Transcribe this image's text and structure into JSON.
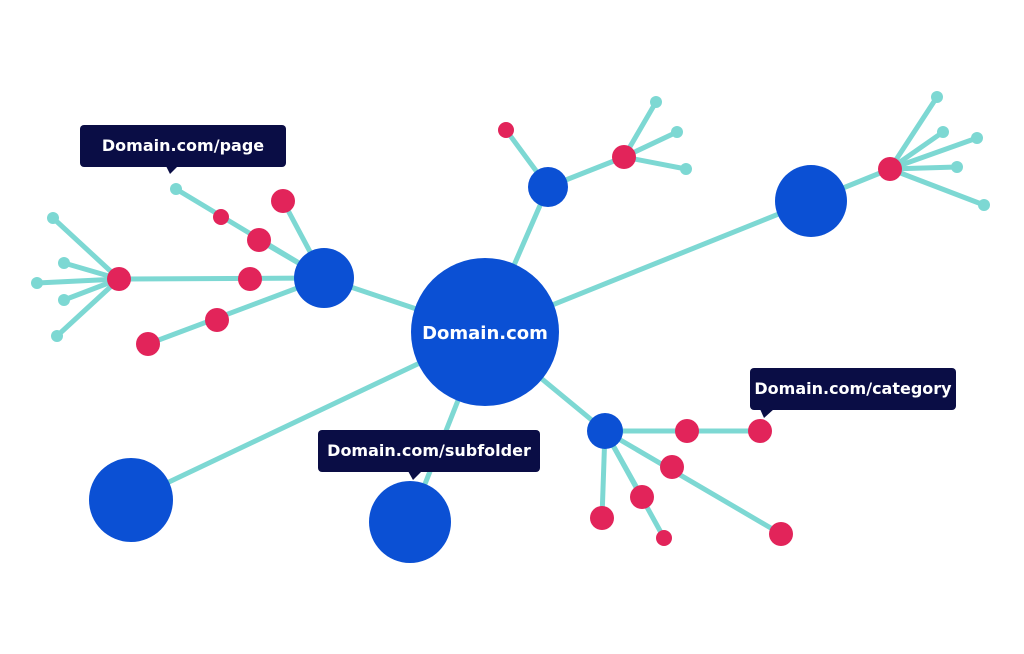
{
  "colors": {
    "blue": "#0b50d4",
    "pink": "#e2245a",
    "teal": "#7dd8d3",
    "navy": "#0a0d45",
    "label_text": "#ffffff"
  },
  "labels": {
    "root": "Domain.com",
    "page": "Domain.com/page",
    "subfolder": "Domain.com/subfolder",
    "category": "Domain.com/category"
  }
}
